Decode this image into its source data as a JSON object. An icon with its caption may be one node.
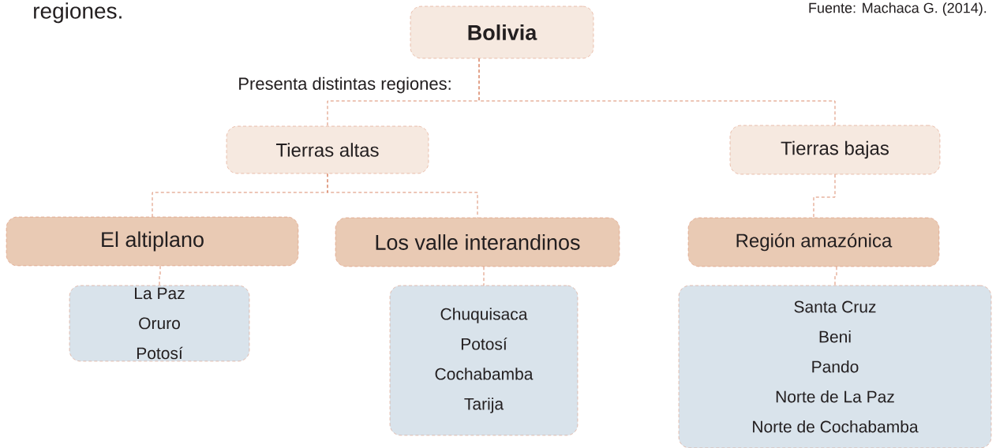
{
  "diagram": {
    "nodes": [
      {
        "text": [
          "Bolivia"
        ]
      },
      {
        "text": [
          "Tierras altas"
        ]
      },
      {
        "text": [
          "Tierras bajas"
        ]
      },
      {
        "text": [
          "El altiplano"
        ]
      },
      {
        "text": [
          "Los valle interandinos"
        ]
      },
      {
        "text": [
          "Región amazónica"
        ]
      },
      {
        "text": [
          "La Paz",
          "Oruro",
          "Potosí"
        ]
      },
      {
        "text": [
          "Chuquisaca",
          "Potosí",
          "Cochabamba",
          "Tarija"
        ]
      },
      {
        "text": [
          "Santa Cruz",
          "Beni",
          "Pando",
          "Norte de La Paz",
          "Norte de Cochabamba"
        ]
      }
    ],
    "edges": [
      {
        "from": 0,
        "to": 1,
        "arrow": "none",
        "style": "dashed"
      },
      {
        "from": 0,
        "to": 2,
        "arrow": "none",
        "style": "dashed"
      },
      {
        "from": 1,
        "to": 3,
        "arrow": "none",
        "style": "dashed"
      },
      {
        "from": 1,
        "to": 4,
        "arrow": "none",
        "style": "dashed"
      },
      {
        "from": 2,
        "to": 5,
        "arrow": "none",
        "style": "dashed"
      },
      {
        "from": 3,
        "to": 6,
        "arrow": "none",
        "style": "dashed"
      },
      {
        "from": 4,
        "to": 7,
        "arrow": "none",
        "style": "dashed"
      },
      {
        "from": 5,
        "to": 8,
        "arrow": "none",
        "style": "dashed"
      }
    ],
    "labels": [
      "regiones.",
      "Fuente: Machaca G. (2014).",
      "Presenta distintas regiones:"
    ]
  }
}
